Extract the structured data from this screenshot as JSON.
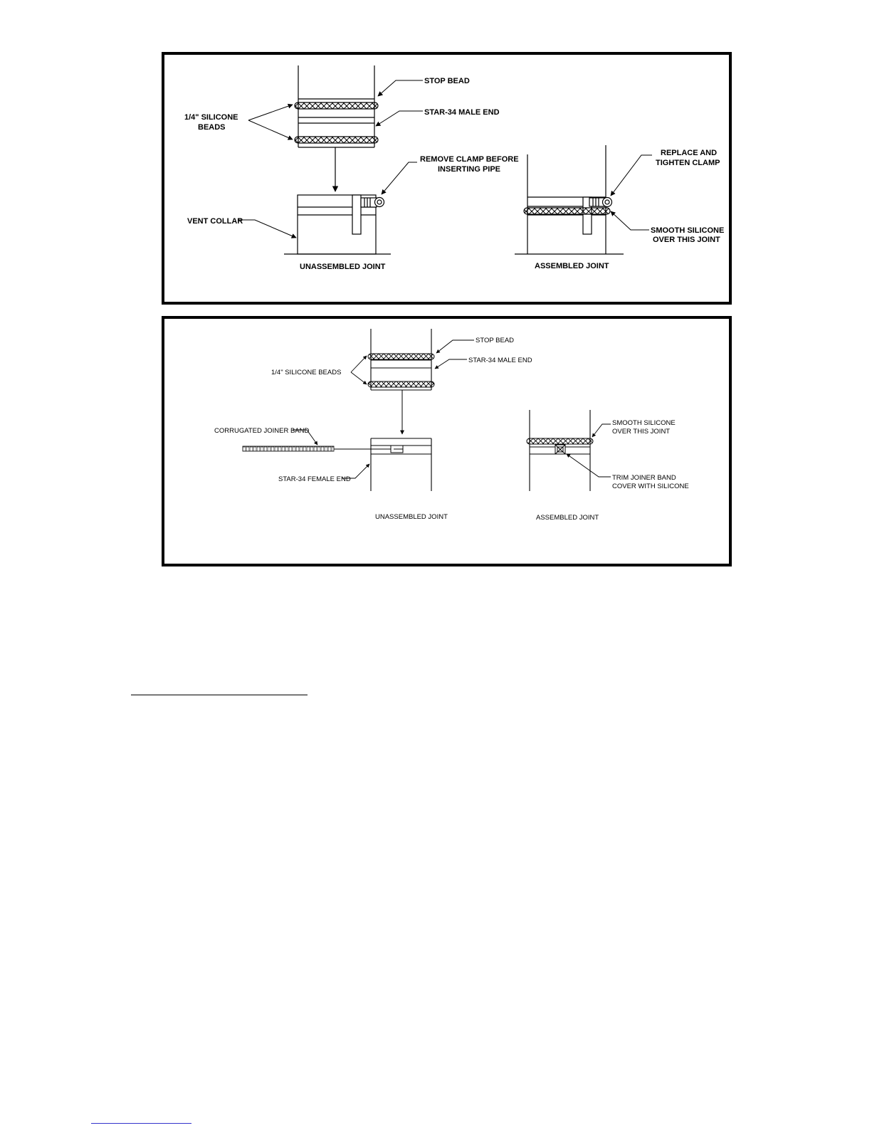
{
  "top_diagram": {
    "labels": {
      "stop_bead": "STOP BEAD",
      "silicone_beads_line1": "1/4\" SILICONE",
      "silicone_beads_line2": "BEADS",
      "male_end": "STAR-34 MALE END",
      "remove_clamp_line1": "REMOVE CLAMP BEFORE",
      "remove_clamp_line2": "INSERTING PIPE",
      "vent_collar": "VENT COLLAR",
      "replace_clamp_line1": "REPLACE AND",
      "replace_clamp_line2": "TIGHTEN CLAMP",
      "smooth_silicone_line1": "SMOOTH SILICONE",
      "smooth_silicone_line2": "OVER THIS JOINT",
      "unassembled": "UNASSEMBLED JOINT",
      "assembled": "ASSEMBLED JOINT"
    }
  },
  "bottom_diagram": {
    "labels": {
      "stop_bead": "STOP BEAD",
      "silicone_beads": "1/4\" SILICONE BEADS",
      "male_end": "STAR-34 MALE END",
      "joiner_band": "CORRUGATED JOINER BAND",
      "female_end": "STAR-34 FEMALE END",
      "smooth_silicone_line1": "SMOOTH SILICONE",
      "smooth_silicone_line2": "OVER THIS JOINT",
      "trim_band_line1": "TRIM JOINER BAND",
      "trim_band_line2": "COVER WITH SILICONE",
      "unassembled": "UNASSEMBLED JOINT",
      "assembled": "ASSEMBLED JOINT"
    }
  }
}
